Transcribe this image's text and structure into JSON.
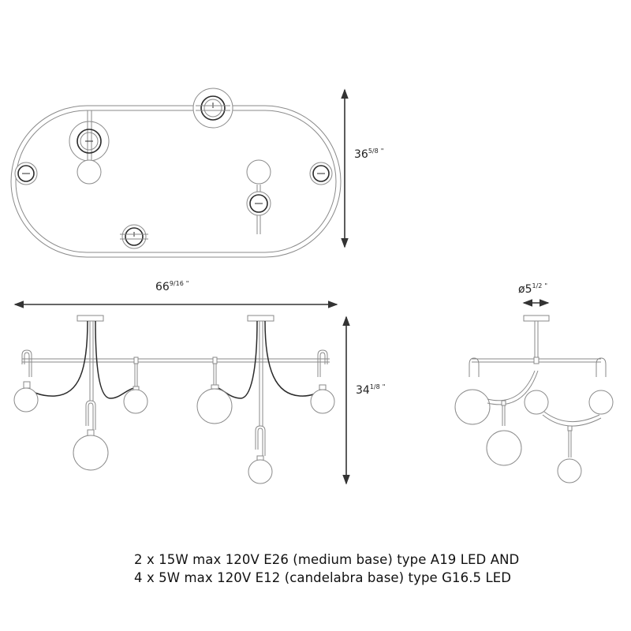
{
  "drawing": {
    "title": "Pendant chandelier technical drawing",
    "views": [
      "top-view",
      "front-view",
      "side-view"
    ],
    "dimensions": {
      "depth": {
        "whole": "36",
        "fraction": "5/8",
        "unit": "\""
      },
      "width": {
        "whole": "66",
        "fraction": "9/16",
        "unit": "\""
      },
      "height": {
        "whole": "34",
        "fraction": "1/8",
        "unit": "\""
      },
      "canopy_diameter": {
        "prefix": "ø",
        "whole": "5",
        "fraction": "1/2",
        "unit": "\""
      }
    },
    "colors": {
      "line": "#8a8a8a",
      "dark_line": "#2a2a2a",
      "background": "#ffffff"
    }
  },
  "specs": {
    "line1": "2 x 15W max 120V E26 (medium base) type A19 LED AND",
    "line2": "4 x 5W max 120V E12 (candelabra base) type G16.5 LED"
  }
}
